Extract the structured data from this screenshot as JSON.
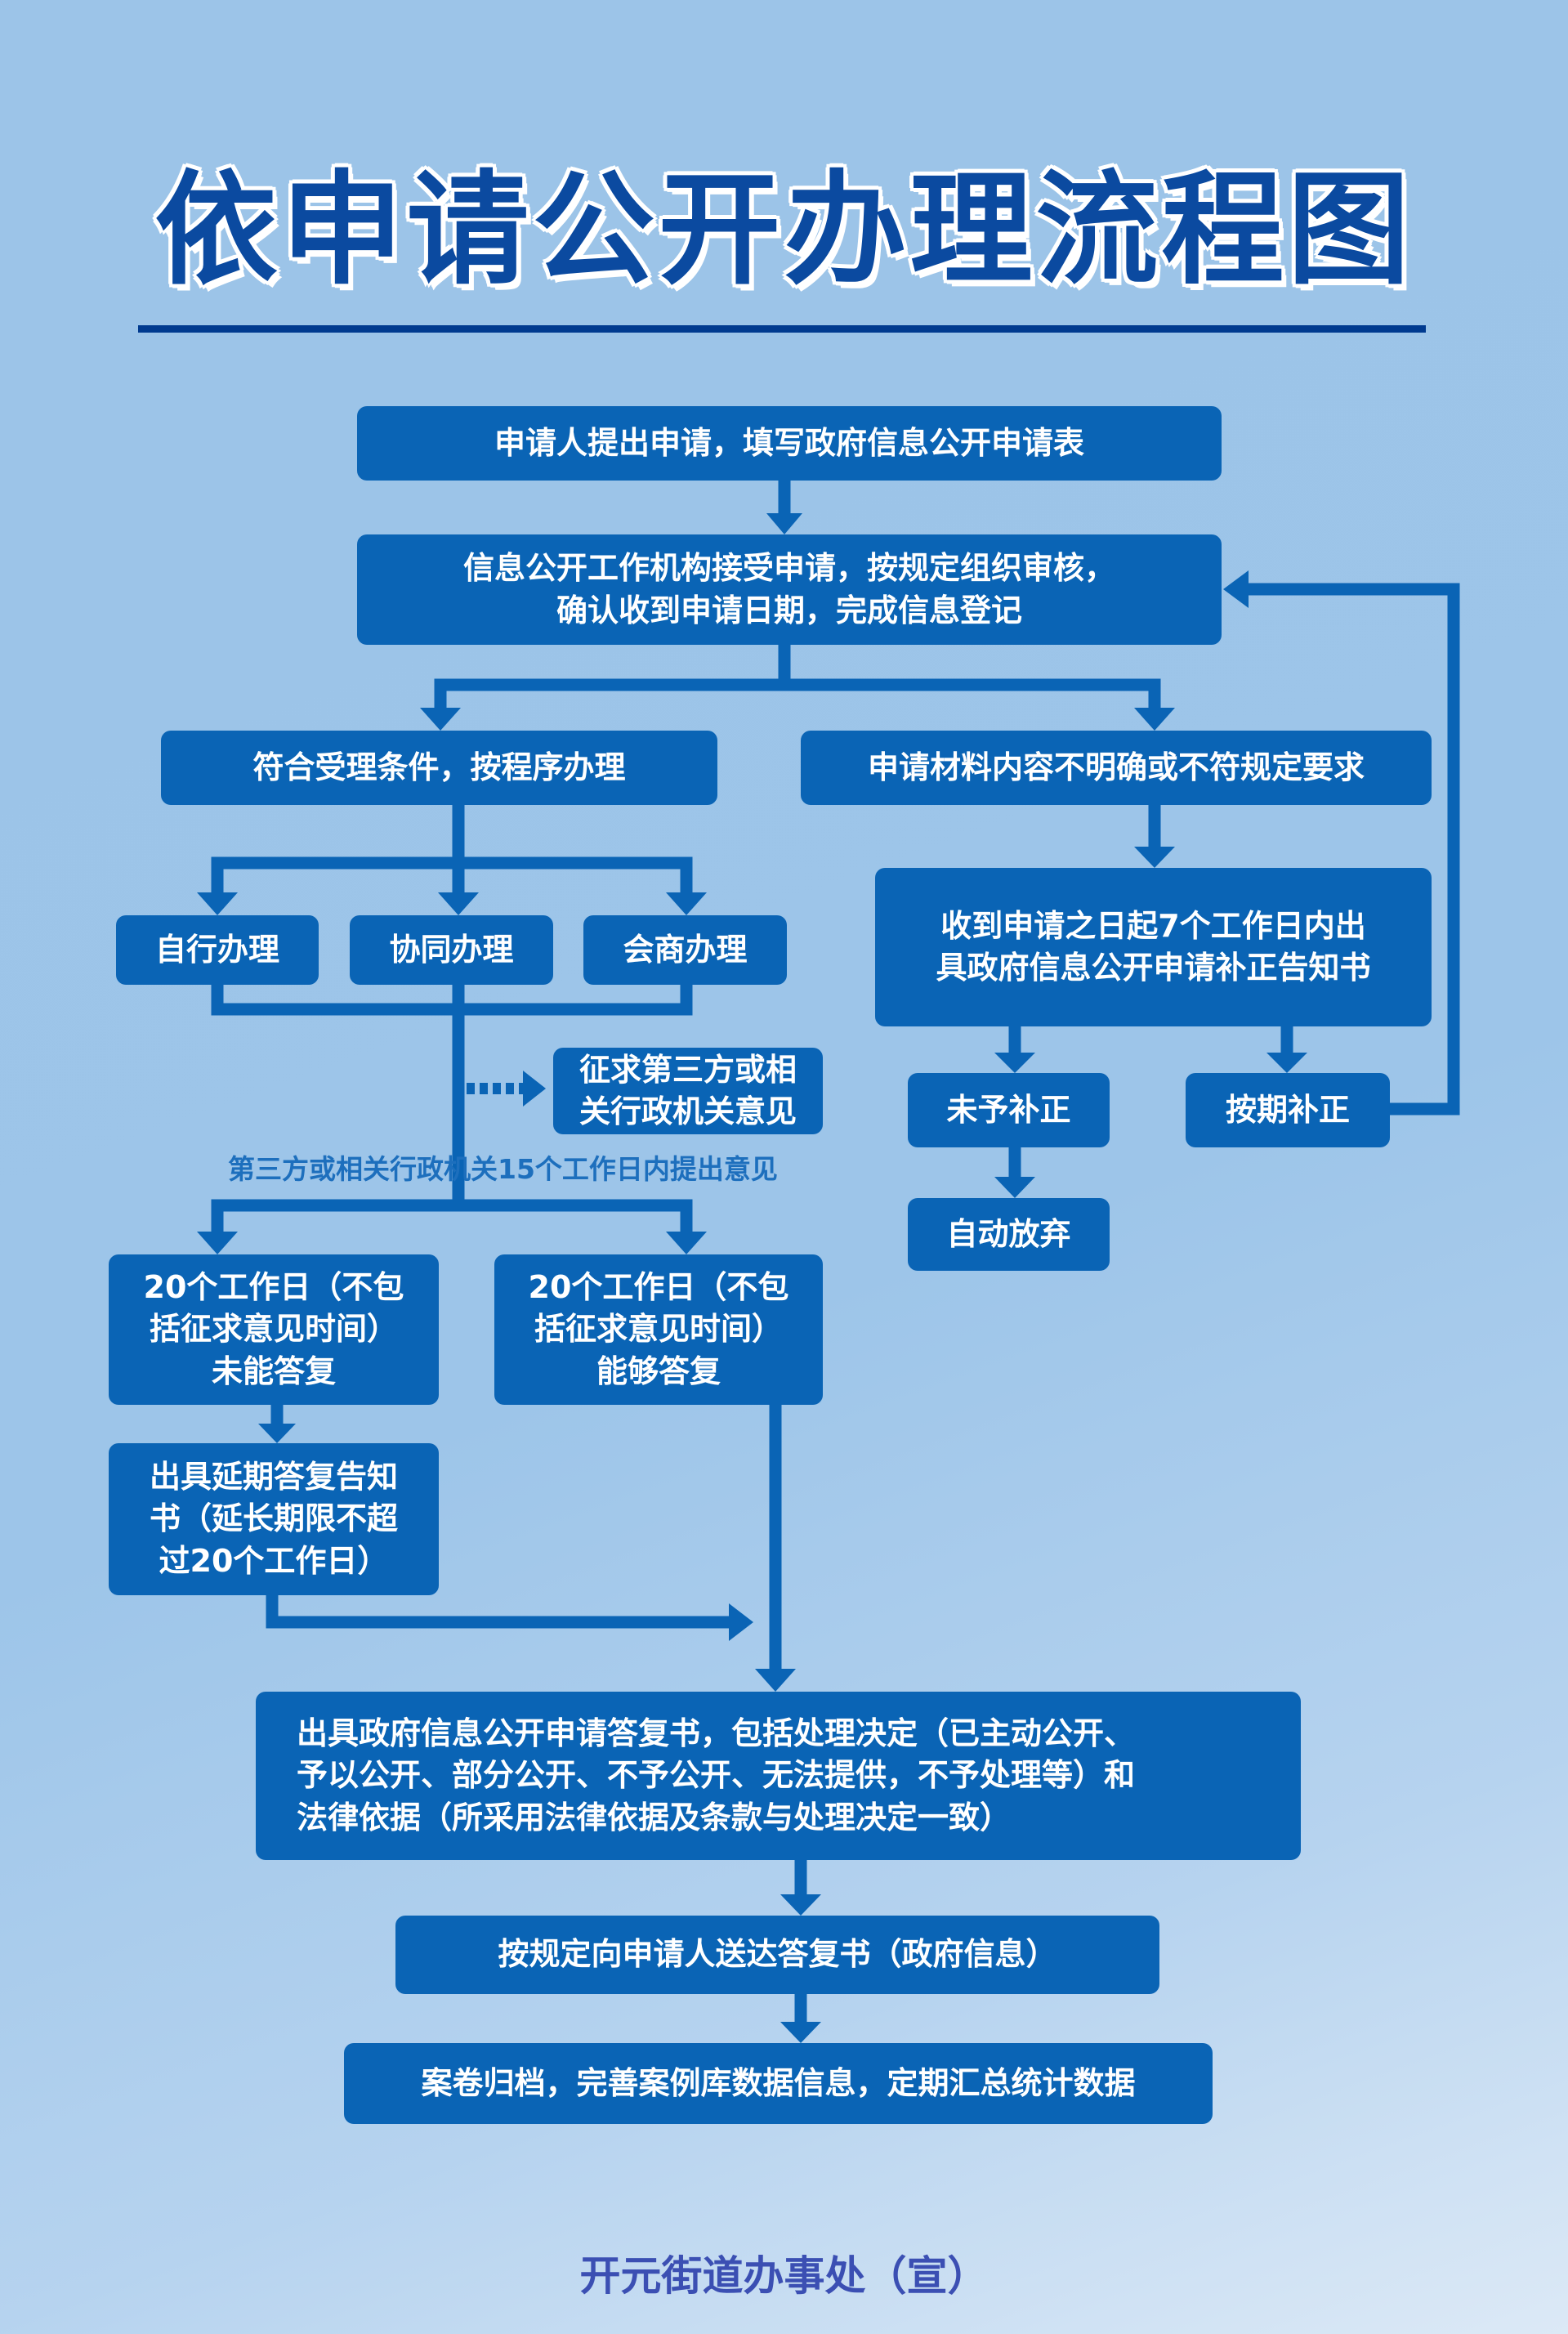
{
  "title": "依申请公开办理流程图",
  "colors": {
    "box": "#0a64b5",
    "connector": "#0a64b5",
    "title": "#0b4aa0",
    "footer": "#3b4fb3"
  },
  "steps": {
    "apply": "申请人提出申请，填写政府信息公开申请表",
    "accept": "信息公开工作机构接受申请，按规定组织审核，\n确认收到申请日期，完成信息登记",
    "qualified": "符合受理条件，按程序办理",
    "unclear": "申请材料内容不明确或不符规定要求",
    "self": "自行办理",
    "cooperate": "协同办理",
    "consult": "会商办理",
    "correction_notice": "收到申请之日起7个工作日内出\n具政府信息公开申请补正告知书",
    "third_party": "征求第三方或相\n关行政机关意见",
    "third_party_note": "第三方或相关行政机关15个工作日内提出意见",
    "not_corrected": "未予补正",
    "corrected_on_time": "按期补正",
    "auto_abandon": "自动放弃",
    "cannot_reply": "20个工作日（不包\n括征求意见时间）\n未能答复",
    "can_reply": "20个工作日（不包\n括征求意见时间）\n能够答复",
    "extension": "出具延期答复告知\n书（延长期限不超\n过20个工作日）",
    "reply_letter": "出具政府信息公开申请答复书，包括处理决定（已主动公开、\n予以公开、部分公开、不予公开、无法提供，不予处理等）和\n法律依据（所采用法律依据及条款与处理决定一致）",
    "deliver": "按规定向申请人送达答复书（政府信息）",
    "archive": "案卷归档，完善案例库数据信息，定期汇总统计数据"
  },
  "footer": "开元街道办事处（宣）"
}
